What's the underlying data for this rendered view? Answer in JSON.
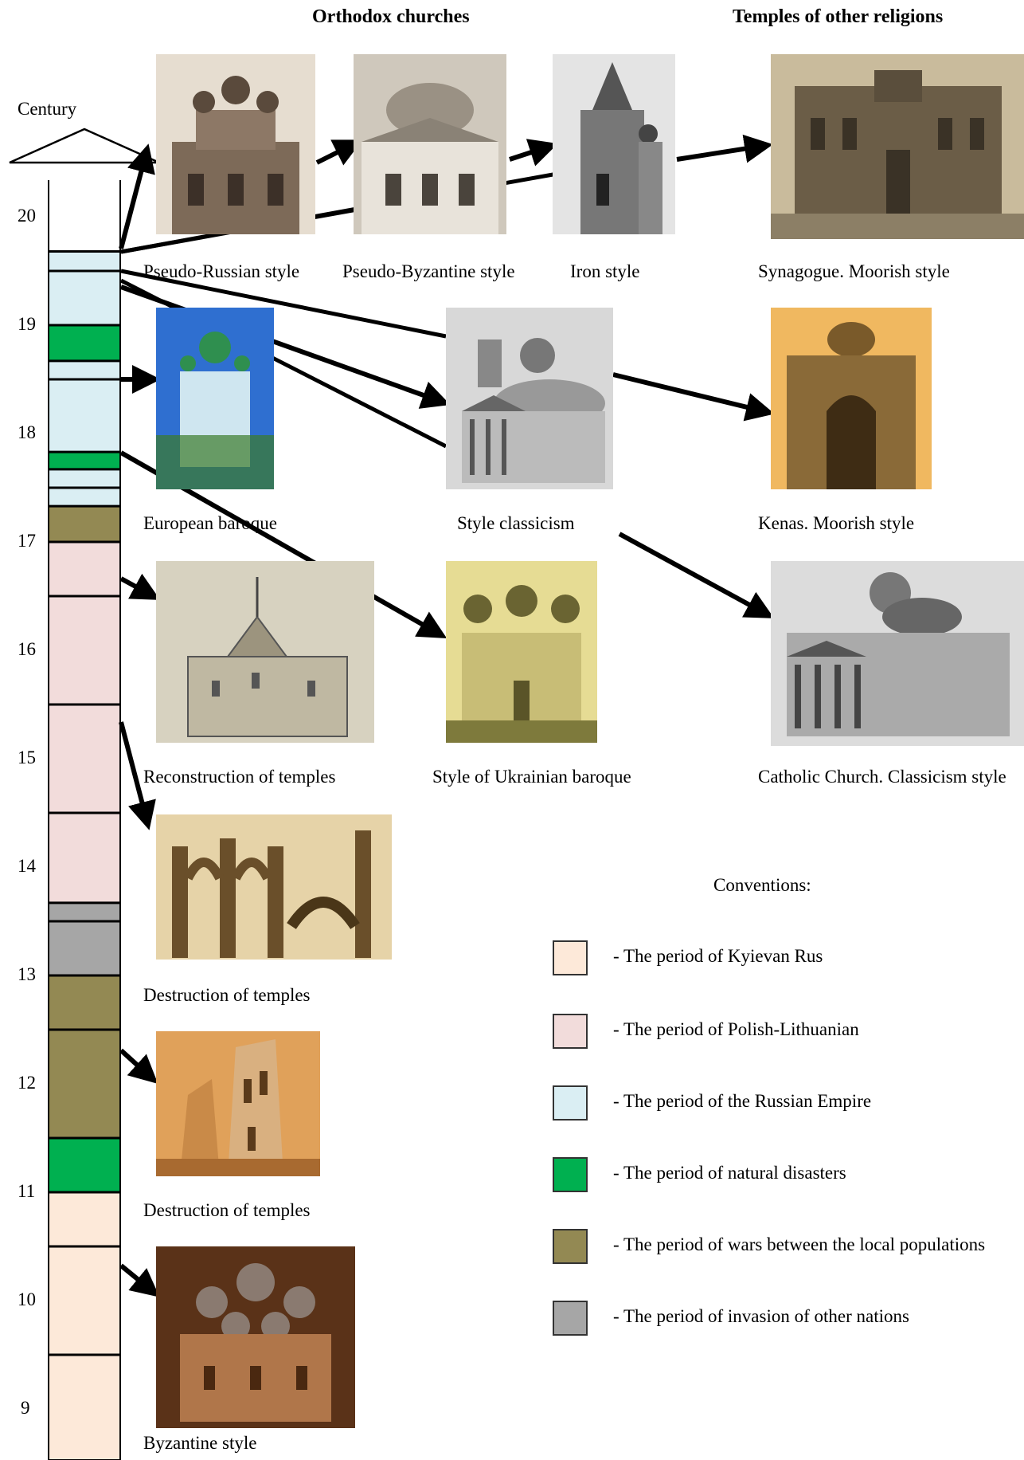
{
  "headers": {
    "orthodox": "Orthodox churches",
    "other_religions": "Temples of other religions"
  },
  "century_label": "Century",
  "timeline": {
    "ticks": [
      "20",
      "19",
      "18",
      "17",
      "16",
      "15",
      "14",
      "13",
      "12",
      "11",
      "10",
      "9"
    ],
    "segments": [
      {
        "from": 20.36,
        "to": 19.68,
        "period": "none"
      },
      {
        "from": 19.68,
        "to": 19.5,
        "period": "russian_empire"
      },
      {
        "from": 19.5,
        "to": 19.0,
        "period": "russian_empire"
      },
      {
        "from": 19.0,
        "to": 18.67,
        "period": "natural_disasters"
      },
      {
        "from": 18.67,
        "to": 18.5,
        "period": "russian_empire"
      },
      {
        "from": 18.5,
        "to": 17.83,
        "period": "russian_empire"
      },
      {
        "from": 17.83,
        "to": 17.67,
        "period": "natural_disasters"
      },
      {
        "from": 17.67,
        "to": 17.5,
        "period": "russian_empire"
      },
      {
        "from": 17.5,
        "to": 17.33,
        "period": "russian_empire"
      },
      {
        "from": 17.33,
        "to": 17.0,
        "period": "wars"
      },
      {
        "from": 17.0,
        "to": 16.5,
        "period": "polish_lithuanian"
      },
      {
        "from": 16.5,
        "to": 15.5,
        "period": "polish_lithuanian"
      },
      {
        "from": 15.5,
        "to": 14.5,
        "period": "polish_lithuanian"
      },
      {
        "from": 14.5,
        "to": 13.67,
        "period": "polish_lithuanian"
      },
      {
        "from": 13.67,
        "to": 13.5,
        "period": "invasion"
      },
      {
        "from": 13.5,
        "to": 13.0,
        "period": "invasion"
      },
      {
        "from": 13.0,
        "to": 12.5,
        "period": "wars"
      },
      {
        "from": 12.5,
        "to": 11.5,
        "period": "wars"
      },
      {
        "from": 11.5,
        "to": 11.0,
        "period": "natural_disasters"
      },
      {
        "from": 11.0,
        "to": 10.5,
        "period": "kyievan_rus"
      },
      {
        "from": 10.5,
        "to": 9.5,
        "period": "kyievan_rus"
      },
      {
        "from": 9.5,
        "to": 8.5,
        "period": "kyievan_rus"
      }
    ]
  },
  "colors": {
    "kyievan_rus": "#fde9d9",
    "polish_lithuanian": "#f2dcdb",
    "russian_empire": "#daeef3",
    "natural_disasters": "#00b050",
    "wars": "#938953",
    "invasion": "#a6a6a6",
    "none": "#ffffff"
  },
  "captions": {
    "pseudo_russian": "Pseudo-Russian style",
    "pseudo_byzantine": "Pseudo-Byzantine style",
    "iron": "Iron style",
    "synagogue": "Synagogue. Moorish style",
    "european_baroque": "European baroque",
    "classicism": "Style classicism",
    "kenas": "Kenas. Moorish style",
    "reconstruction": "Reconstruction of temples",
    "ukrainian_baroque": "Style of Ukrainian baroque",
    "catholic": "Catholic Church. Classicism style",
    "destruction_1": "Destruction of temples",
    "destruction_2": "Destruction of temples",
    "byzantine": "Byzantine style"
  },
  "legend": {
    "title": "Conventions:",
    "items": [
      {
        "label": "- The period of Kyievan Rus",
        "key": "kyievan_rus"
      },
      {
        "label": "- The period of Polish-Lithuanian",
        "key": "polish_lithuanian"
      },
      {
        "label": "- The period of the Russian Empire",
        "key": "russian_empire"
      },
      {
        "label": "- The period of natural disasters",
        "key": "natural_disasters"
      },
      {
        "label": "- The period of wars between the local populations",
        "key": "wars"
      },
      {
        "label": "- The period of invasion of other nations",
        "key": "invasion"
      }
    ]
  },
  "photo_icons": [
    "pseudo-russian-church-photo",
    "pseudo-byzantine-church-photo",
    "iron-style-church-photo",
    "synagogue-photo",
    "european-baroque-church-photo",
    "classicism-church-photo",
    "kenas-photo",
    "reconstruction-drawing",
    "ukrainian-baroque-church-photo",
    "catholic-church-photo",
    "ruined-arches-drawing",
    "ruined-walls-drawing",
    "byzantine-church-model-photo"
  ]
}
